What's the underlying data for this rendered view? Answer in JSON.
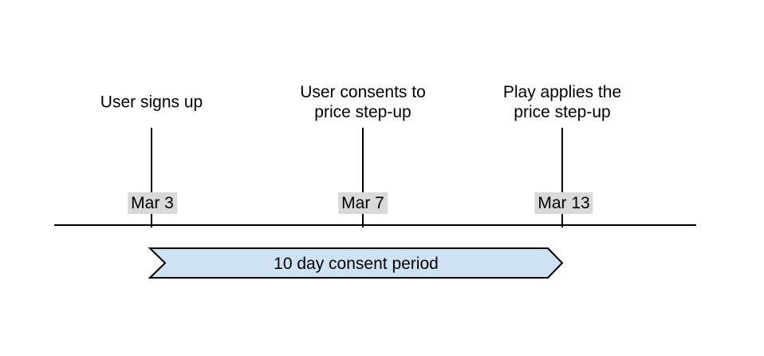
{
  "colors": {
    "background": "#ffffff",
    "line": "#000000",
    "text": "#000000",
    "banner-fill": "#cfe2f3",
    "date-bg": "#d9d9d9"
  },
  "events": [
    {
      "title": "User signs up",
      "date": "Mar 3"
    },
    {
      "title": "User consents to\nprice step-up",
      "date": "Mar 7"
    },
    {
      "title": "Play applies the\nprice step-up",
      "date": "Mar 13"
    }
  ],
  "consent_period": {
    "label": "10 day consent period"
  }
}
